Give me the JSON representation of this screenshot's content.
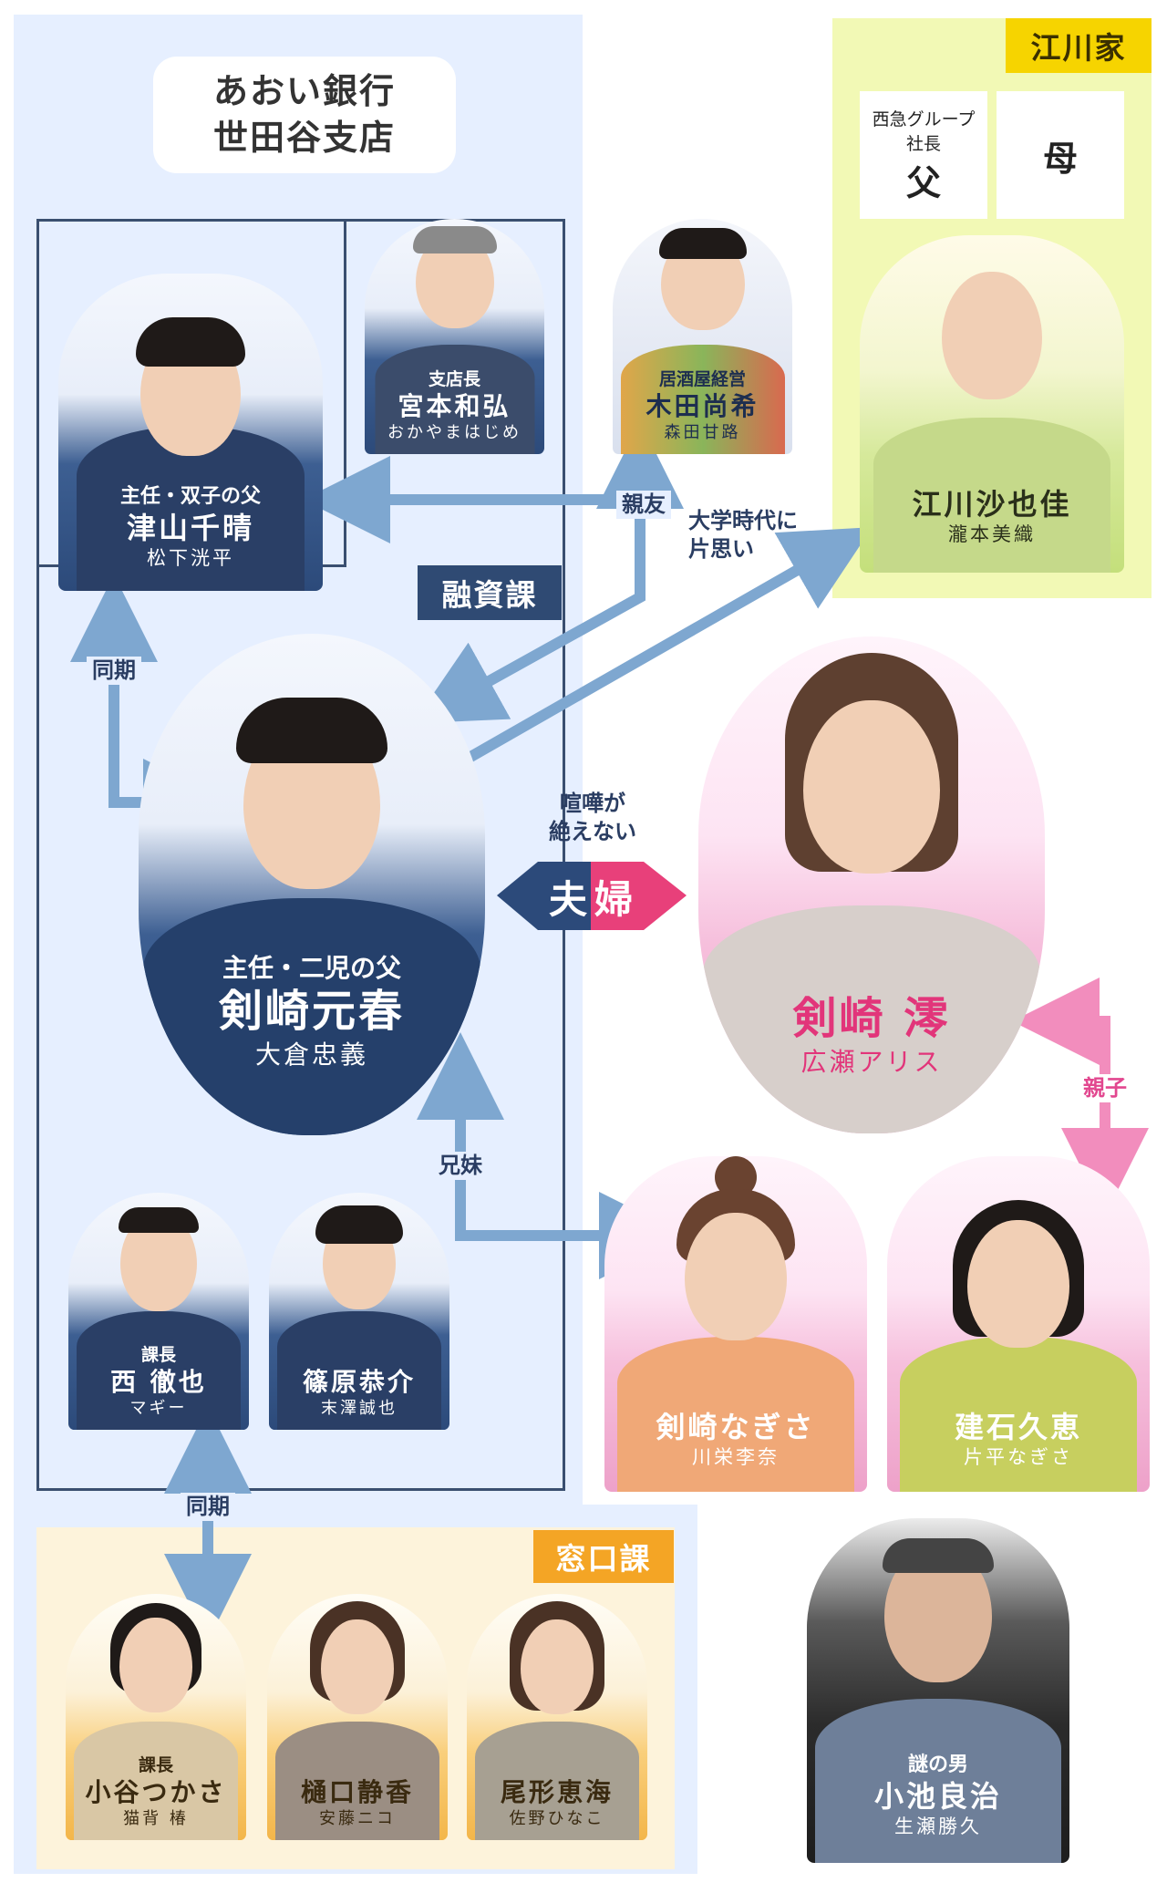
{
  "branch": {
    "line1": "あおい銀行",
    "line2": "世田谷支店"
  },
  "departments": {
    "loan": "融資課",
    "teller": "窓口課",
    "egawa": "江川家"
  },
  "egawa_family": {
    "father": {
      "role_line1": "西急グループ",
      "role_line2": "社長",
      "title": "父"
    },
    "mother": {
      "title": "母"
    }
  },
  "people": {
    "tsuyama": {
      "role": "主任・双子の父",
      "name": "津山千晴",
      "actor": "松下洸平"
    },
    "miyamoto": {
      "role": "支店長",
      "name": "宮本和弘",
      "actor": "おかやまはじめ"
    },
    "kida": {
      "role": "居酒屋経営",
      "name": "木田尚希",
      "actor": "森田甘路"
    },
    "egawa_saya": {
      "role": "",
      "name": "江川沙也佳",
      "actor": "瀧本美織"
    },
    "kenzaki_motoharu": {
      "role": "主任・二児の父",
      "name": "剣崎元春",
      "actor": "大倉忠義"
    },
    "kenzaki_mio": {
      "role": "",
      "name": "剣崎 澪",
      "actor": "広瀬アリス"
    },
    "nishi": {
      "role": "課長",
      "name": "西 徹也",
      "actor": "マギー"
    },
    "shinohara": {
      "role": "",
      "name": "篠原恭介",
      "actor": "末澤誠也"
    },
    "kenzaki_nagisa": {
      "role": "",
      "name": "剣崎なぎさ",
      "actor": "川栄李奈"
    },
    "tateishi": {
      "role": "",
      "name": "建石久恵",
      "actor": "片平なぎさ"
    },
    "koya": {
      "role": "課長",
      "name": "小谷つかさ",
      "actor": "猫背 椿"
    },
    "higuchi": {
      "role": "",
      "name": "樋口静香",
      "actor": "安藤ニコ"
    },
    "ogata": {
      "role": "",
      "name": "尾形恵海",
      "actor": "佐野ひなこ"
    },
    "koike": {
      "role": "謎の男",
      "name": "小池良治",
      "actor": "生瀬勝久"
    }
  },
  "relations": {
    "shinyu": "親友",
    "kataomoi_line1": "大学時代に",
    "kataomoi_line2": "片思い",
    "douki_top": "同期",
    "kenka_line1": "喧嘩が",
    "kenka_line2": "絶えない",
    "fuufu_1": "夫",
    "fuufu_2": "婦",
    "kyoudai": "兄妹",
    "oyako": "親子",
    "douki_bottom": "同期"
  },
  "colors": {
    "region_blue": "#e6efff",
    "region_yellow": "#f2f9b5",
    "region_peach": "#fdf3db",
    "navy": "#2c4a7a",
    "arrow_blue": "#7ea7d0",
    "arrow_pink": "#f28dbd",
    "tag_orange": "#f4a525",
    "tag_yellow": "#f6d400",
    "fuufu_pink": "#e8407a"
  }
}
